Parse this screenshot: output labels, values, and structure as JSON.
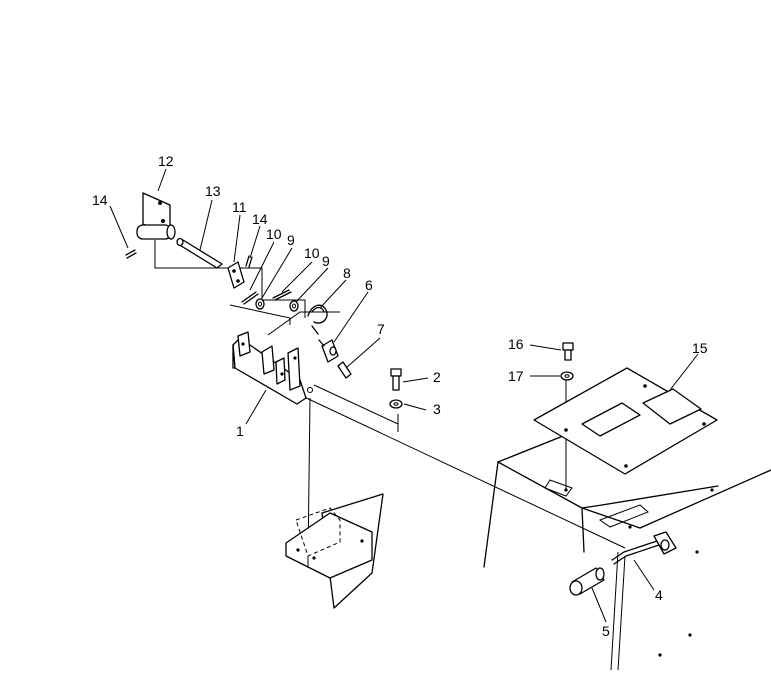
{
  "callouts": [
    {
      "id": "c1",
      "text": "1"
    },
    {
      "id": "c2",
      "text": "2"
    },
    {
      "id": "c3",
      "text": "3"
    },
    {
      "id": "c4",
      "text": "4"
    },
    {
      "id": "c5",
      "text": "5"
    },
    {
      "id": "c6",
      "text": "6"
    },
    {
      "id": "c7",
      "text": "7"
    },
    {
      "id": "c8",
      "text": "8"
    },
    {
      "id": "c9a",
      "text": "9"
    },
    {
      "id": "c9b",
      "text": "9"
    },
    {
      "id": "c10a",
      "text": "10"
    },
    {
      "id": "c10b",
      "text": "10"
    },
    {
      "id": "c11",
      "text": "11"
    },
    {
      "id": "c12",
      "text": "12"
    },
    {
      "id": "c13",
      "text": "13"
    },
    {
      "id": "c14a",
      "text": "14"
    },
    {
      "id": "c14b",
      "text": "14"
    },
    {
      "id": "c15",
      "text": "15"
    },
    {
      "id": "c16",
      "text": "16"
    },
    {
      "id": "c17",
      "text": "17"
    }
  ]
}
